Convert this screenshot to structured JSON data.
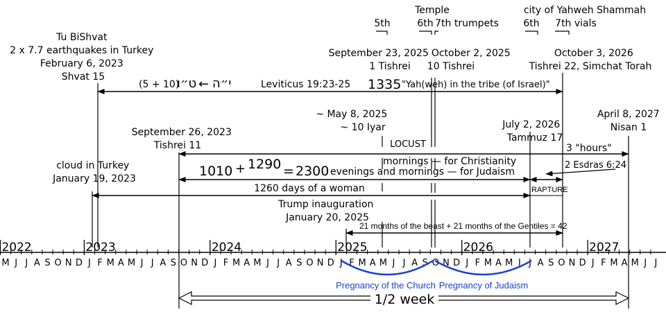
{
  "colors": {
    "ink": "#000000",
    "blue": "#1a3fd0",
    "background": "#ffffff"
  },
  "axis": {
    "start_month": "M",
    "month_letters": [
      "M",
      "J",
      "J",
      "A",
      "S",
      "O",
      "N",
      "D",
      "J",
      "F",
      "M",
      "A",
      "M",
      "J",
      "J",
      "A",
      "S",
      "O",
      "N",
      "D",
      "J",
      "F",
      "M",
      "A",
      "M",
      "J",
      "J",
      "A",
      "S",
      "O",
      "N",
      "D",
      "J",
      "F",
      "M",
      "A",
      "M",
      "J",
      "J",
      "A",
      "S",
      "O",
      "N",
      "D",
      "J",
      "F",
      "M",
      "A",
      "M",
      "J",
      "J",
      "A",
      "S",
      "O",
      "N",
      "D",
      "J",
      "F",
      "M",
      "A",
      "M",
      "J",
      "J"
    ],
    "years": [
      {
        "label": "2022",
        "month_index": 0
      },
      {
        "label": "2023",
        "month_index": 8
      },
      {
        "label": "2024",
        "month_index": 20
      },
      {
        "label": "2025",
        "month_index": 32
      },
      {
        "label": "2026",
        "month_index": 44
      },
      {
        "label": "2027",
        "month_index": 56
      }
    ]
  },
  "events": {
    "tu_bishvat": [
      "Tu BiShvat",
      "2 x 7.7 earthquakes in Turkey",
      "February 6, 2023",
      "Shvat 15"
    ],
    "cloud_turkey": [
      "cloud in Turkey",
      "January 19, 2023"
    ],
    "sep_2023": [
      "September 26, 2023",
      "Tishrei 11"
    ],
    "may_2025": [
      "~ May 8, 2025",
      "~ 10 Iyar"
    ],
    "locust": "LOCUST",
    "trump": [
      "Trump inauguration",
      "January 20, 2025"
    ],
    "temple_top": "Temple",
    "fifth": "5th",
    "sixth_a": "6th",
    "seventh_trumpets": "7th trumpets",
    "sep_2025": [
      "September 23, 2025",
      "1 Tishrei"
    ],
    "oct_2025": [
      "October 2, 2025",
      "10 Tishrei"
    ],
    "city": "city of Yahweh Shammah",
    "sixth_b": "6th",
    "seventh_vials": "7th vials",
    "oct_2026": [
      "October 3, 2026",
      "Tishrei 22, Simchat Torah"
    ],
    "jul_2026": [
      "July 2, 2026",
      "Tammuz 17"
    ],
    "apr_2027": [
      "April 8, 2027",
      "Nisan 1"
    ]
  },
  "spans": {
    "leviticus_prefix": "(5 + 10)",
    "hebrew_left": "ט״ו",
    "arrow_sym": "←",
    "hebrew_right": "י״ה",
    "leviticus": "Leviticus 19:23-25",
    "days_1335": "1335",
    "yahweh_quote": "\"Yah(weh) in the tribe (of Israel)\"",
    "three_hours": "3 \"hours\"",
    "num_1010": "1010",
    "plus": "+",
    "num_1290": "1290",
    "equals": "=",
    "num_2300": "2300",
    "mornings": "mornings — for Christianity",
    "evenings": "evenings and mornings — for Judaism",
    "esdras": "2 Esdras 6:24",
    "rapture": "RAPTURE",
    "woman": "1260 days of a woman",
    "beast": "21 months of the beast + 21 months of the Gentiles = 42",
    "pregnancy_church": "Pregnancy of the Church",
    "pregnancy_judaism": "Pregnancy of Judaism",
    "half_week": "1/2 week"
  }
}
